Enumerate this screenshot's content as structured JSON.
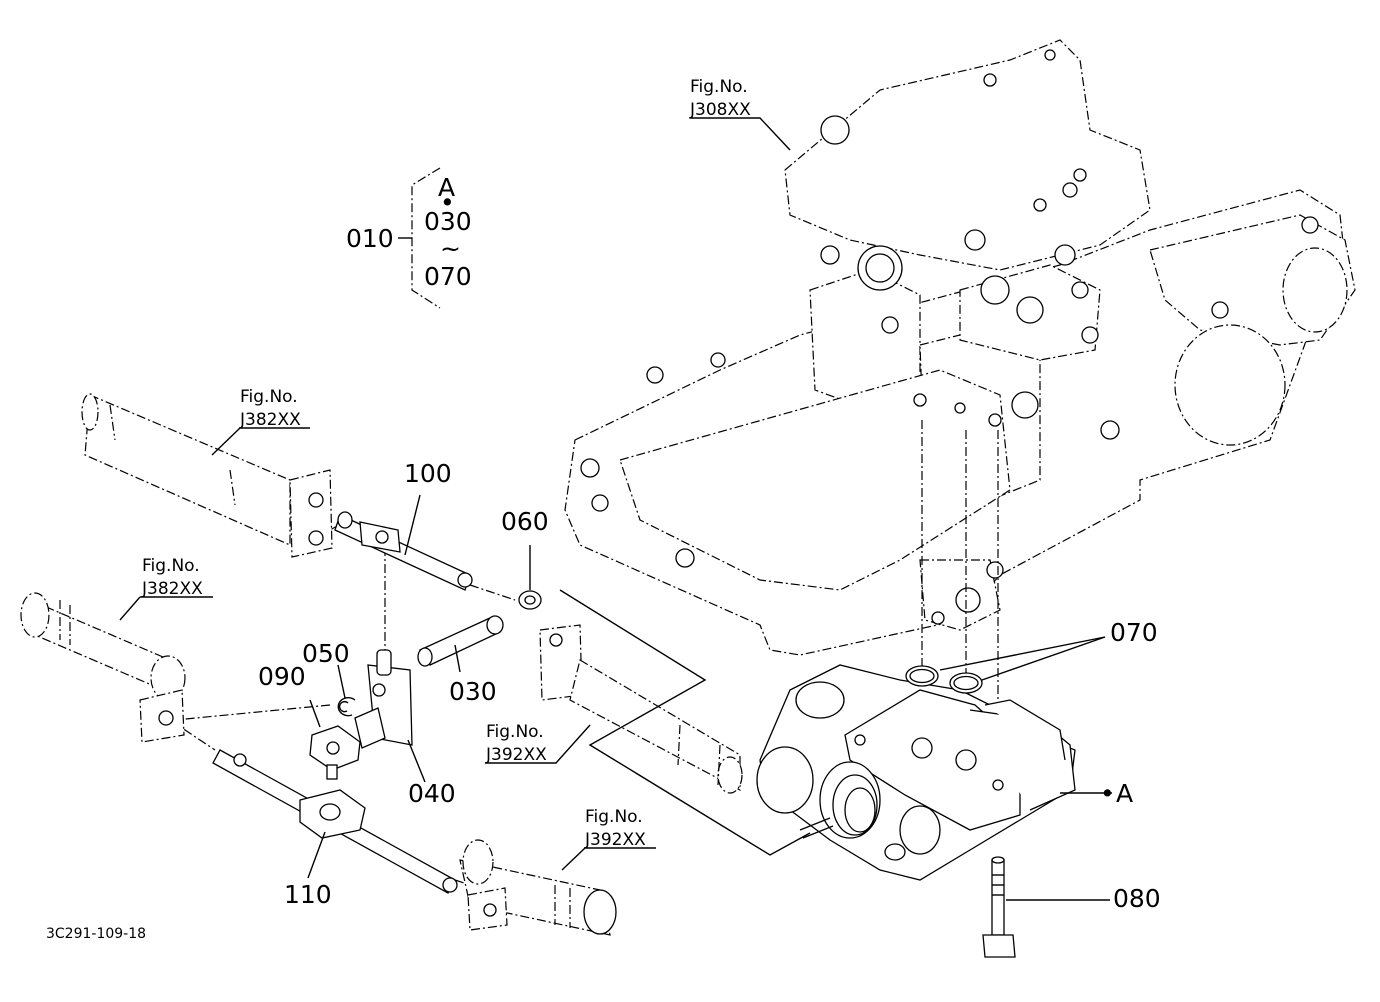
{
  "diagram": {
    "drawing_code": "3C291-109-18",
    "assembly": {
      "parent": "010",
      "members": [
        "A",
        "030",
        "070"
      ],
      "dot": "•",
      "range_symbol": "~"
    },
    "part_labels": {
      "p030": "030",
      "p040": "040",
      "p050": "050",
      "p060": "060",
      "p070": "070",
      "p080": "080",
      "p090": "090",
      "p100": "100",
      "p110": "110",
      "pointA": "A",
      "pointA_dot": "•"
    },
    "fig_refs": {
      "j308": {
        "caption": "Fig.No.",
        "number": "J308XX"
      },
      "j382_top": {
        "caption": "Fig.No.",
        "number": "J382XX"
      },
      "j382_left": {
        "caption": "Fig.No.",
        "number": "J382XX"
      },
      "j392_mid": {
        "caption": "Fig.No.",
        "number": "J392XX"
      },
      "j392_bottom": {
        "caption": "Fig.No.",
        "number": "J392XX"
      }
    }
  }
}
